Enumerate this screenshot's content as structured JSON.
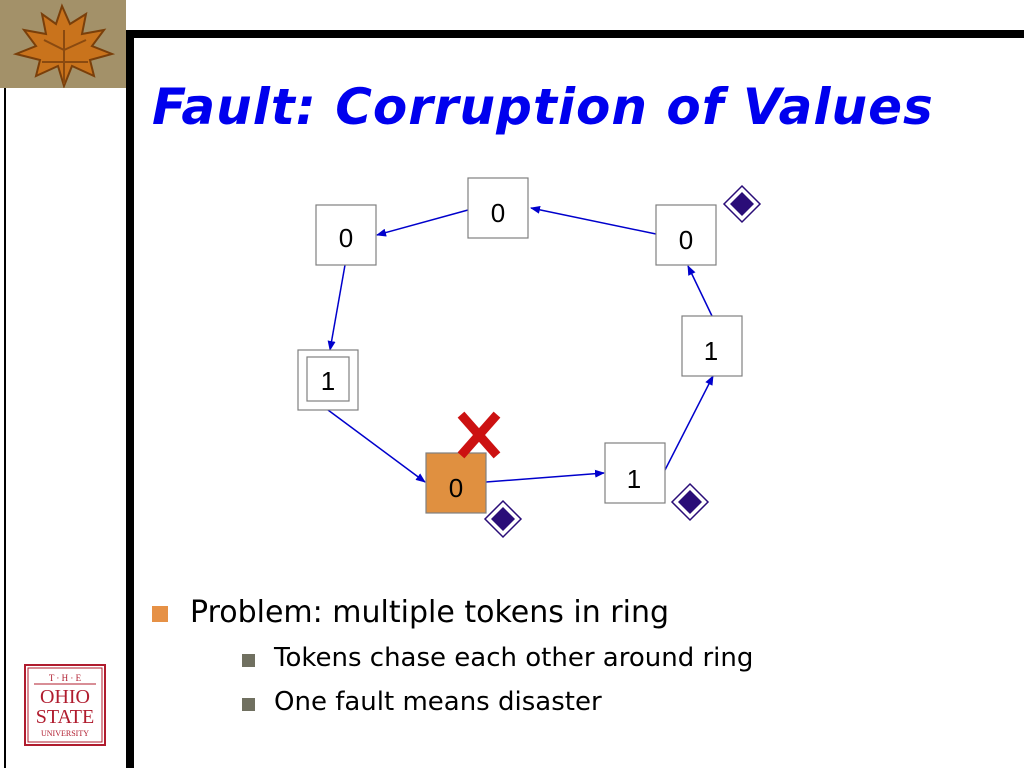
{
  "slide": {
    "title": "Fault: Corruption of Values"
  },
  "ring": {
    "nodes": [
      {
        "id": "top",
        "value": "0"
      },
      {
        "id": "top-left",
        "value": "0"
      },
      {
        "id": "top-right",
        "value": "0"
      },
      {
        "id": "left",
        "value": "1"
      },
      {
        "id": "right",
        "value": "1"
      },
      {
        "id": "bottom-center",
        "value": "0",
        "highlighted": true
      },
      {
        "id": "bottom-right",
        "value": "1"
      }
    ],
    "fault_mark_icon": "red-x-icon",
    "token_icon": "purple-diamond-icon",
    "colors": {
      "arrow": "#0000cc",
      "faulty_node_fill": "#e09040",
      "token": "#2a0d78",
      "fault_mark": "#cc1111"
    }
  },
  "bullets": {
    "main": "Problem: multiple tokens in ring",
    "sub": [
      "Tokens chase each other around ring",
      "One fault means disaster"
    ]
  },
  "logo": {
    "line1": "T · H · E",
    "line2": "OHIO",
    "line3": "STATE",
    "line4": "UNIVERSITY",
    "color": "#b01c2e"
  }
}
